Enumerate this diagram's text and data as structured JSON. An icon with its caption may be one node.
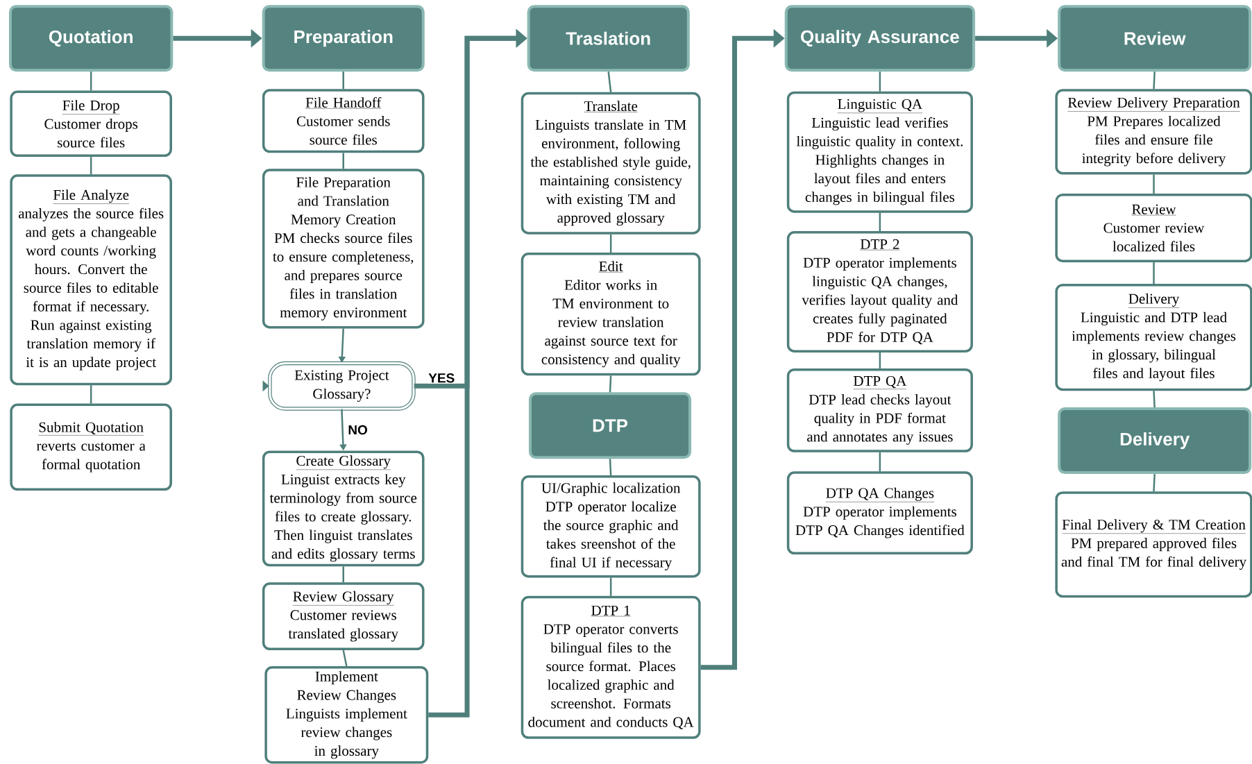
{
  "diagram": {
    "nodes": [
      {
        "text": [
          "Quotation"
        ]
      },
      {
        "text": [
          "File Drop",
          "Customer drops source files"
        ]
      },
      {
        "text": [
          "File Analyze",
          "analyzes the source files and gets a changeable word counts /working hours. Convert the source files to editable format if necessary. Run against existing translation memory if it is an update project"
        ]
      },
      {
        "text": [
          "Submit Quotation",
          "reverts customer a formal quotation"
        ]
      },
      {
        "text": [
          "Preparation"
        ]
      },
      {
        "text": [
          "File Handoff",
          "Customer sends source files"
        ]
      },
      {
        "text": [
          "File Preparation and Translation Memory Creation",
          "PM checks source files to ensure completeness, and prepares source files in translation memory environment"
        ]
      },
      {
        "text": [
          "Existing Project Glossary?"
        ]
      },
      {
        "text": [
          "Create Glossary",
          "Linguist extracts key terminology from source files to create glossary. Then linguist translates and edits glossary terms"
        ]
      },
      {
        "text": [
          "Review Glossary",
          "Customer reviews translated glossary"
        ]
      },
      {
        "text": [
          "Implement Review Changes",
          "Linguists implement review changes in glossary"
        ]
      },
      {
        "text": [
          "Traslation"
        ]
      },
      {
        "text": [
          "Translate",
          "Linguists translate in TM environment, following the established style guide, maintaining consistency with existing TM and approved glossary"
        ]
      },
      {
        "text": [
          "Edit",
          "Editor works in TM environment to review translation against source text for consistency and quality"
        ]
      },
      {
        "text": [
          "DTP"
        ]
      },
      {
        "text": [
          "UI/Graphic localization",
          "DTP operator localize the source graphic and takes sreenshot of the final UI if necessary"
        ]
      },
      {
        "text": [
          "DTP 1",
          "DTP operator converts bilingual files to the source format. Places localized graphic and screenshot. Formats document and conducts QA"
        ]
      },
      {
        "text": [
          "Quality Assurance"
        ]
      },
      {
        "text": [
          "Linguistic QA",
          "Linguistic lead verifies linguistic quality in context. Highlights changes in layout files and enters changes in bilingual files"
        ]
      },
      {
        "text": [
          "DTP 2",
          "DTP operator implements linguistic QA changes, verifies layout quality and creates fully paginated PDF for DTP QA"
        ]
      },
      {
        "text": [
          "DTP QA",
          "DTP lead checks layout quality in PDF format and annotates any issues"
        ]
      },
      {
        "text": [
          "DTP QA Changes",
          "DTP operator implements DTP QA Changes identified"
        ]
      },
      {
        "text": [
          "Review"
        ]
      },
      {
        "text": [
          "Review Delivery Preparation",
          "PM Prepares localized files and ensure file integrity before delivery"
        ]
      },
      {
        "text": [
          "Review",
          "Customer review localized files"
        ]
      },
      {
        "text": [
          "Delivery",
          "Linguistic and DTP lead implements review changes in glossary, bilingual files and layout files"
        ]
      },
      {
        "text": [
          "Delivery"
        ]
      },
      {
        "text": [
          "Final Delivery & TM Creation",
          "PM prepared approved files and final TM for final delivery"
        ]
      }
    ],
    "edges": [
      {
        "from": 0,
        "to": 4,
        "arrow": "to",
        "style": "thick"
      },
      {
        "from": 0,
        "to": 1,
        "arrow": "none"
      },
      {
        "from": 1,
        "to": 2,
        "arrow": "none"
      },
      {
        "from": 2,
        "to": 3,
        "arrow": "none"
      },
      {
        "from": 4,
        "to": 5,
        "arrow": "none"
      },
      {
        "from": 5,
        "to": 6,
        "arrow": "none"
      },
      {
        "from": 6,
        "to": 7,
        "arrow": "to"
      },
      {
        "from": 7,
        "to": 8,
        "arrow": "to",
        "label": "NO"
      },
      {
        "from": 7,
        "to": 11,
        "arrow": "to",
        "label": "YES",
        "style": "thick"
      },
      {
        "from": 8,
        "to": 9,
        "arrow": "none"
      },
      {
        "from": 9,
        "to": 10,
        "arrow": "none"
      },
      {
        "from": 10,
        "to": 11,
        "arrow": "to",
        "style": "thick"
      },
      {
        "from": 11,
        "to": 12,
        "arrow": "none"
      },
      {
        "from": 12,
        "to": 13,
        "arrow": "none"
      },
      {
        "from": 13,
        "to": 14,
        "arrow": "none"
      },
      {
        "from": 14,
        "to": 15,
        "arrow": "none"
      },
      {
        "from": 15,
        "to": 16,
        "arrow": "none"
      },
      {
        "from": 16,
        "to": 17,
        "arrow": "to",
        "style": "thick"
      },
      {
        "from": 17,
        "to": 22,
        "arrow": "to",
        "style": "thick"
      },
      {
        "from": 17,
        "to": 18,
        "arrow": "none"
      },
      {
        "from": 18,
        "to": 19,
        "arrow": "none"
      },
      {
        "from": 19,
        "to": 20,
        "arrow": "none"
      },
      {
        "from": 20,
        "to": 21,
        "arrow": "none"
      },
      {
        "from": 22,
        "to": 23,
        "arrow": "none"
      },
      {
        "from": 23,
        "to": 24,
        "arrow": "none"
      },
      {
        "from": 24,
        "to": 25,
        "arrow": "none"
      },
      {
        "from": 25,
        "to": 26,
        "arrow": "none"
      },
      {
        "from": 26,
        "to": 27,
        "arrow": "none"
      }
    ]
  }
}
